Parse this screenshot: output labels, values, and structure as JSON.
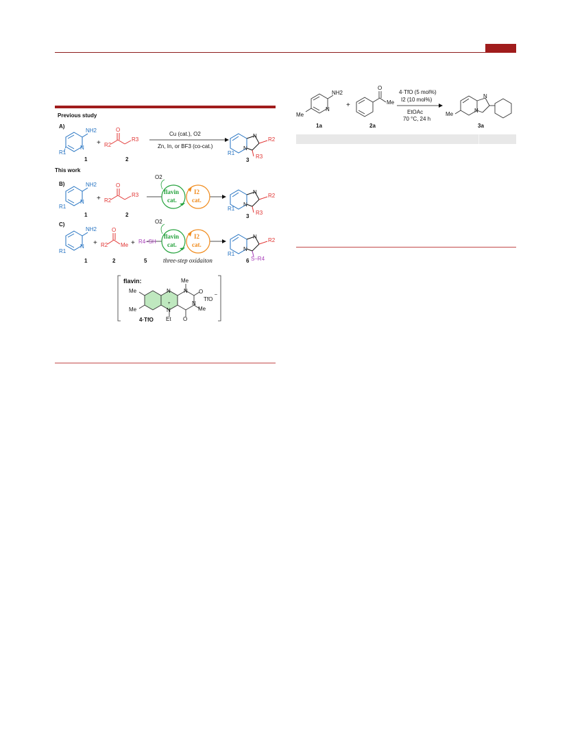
{
  "scheme": {
    "previous_study": "Previous study",
    "this_work": "This work",
    "panel_a": {
      "label": "A)",
      "conditions_top": "Cu (cat.), O2",
      "conditions_bottom": "Zn, In, or BF3 (co-cat.)",
      "nh2": "NH2",
      "r1": "R1",
      "r2": "R2",
      "r3": "R3",
      "plus": "+",
      "o": "O",
      "n": "N",
      "compound_1": "1",
      "compound_2": "2",
      "compound_3": "3"
    },
    "panel_b": {
      "label": "B)",
      "o2": "O2",
      "flavin": "flavin",
      "cat": "cat.",
      "i2": "I2",
      "compound_1": "1",
      "compound_2": "2",
      "compound_3": "3"
    },
    "panel_c": {
      "label": "C)",
      "o2": "O2",
      "me": "Me",
      "r4sh": "R4–SH",
      "s_r4": "S–R4",
      "three_step": "three-step oxidaiton",
      "compound_1": "1",
      "compound_2": "2",
      "compound_5": "5",
      "compound_6": "6"
    },
    "flavin_box": {
      "title": "flavin:",
      "me": "Me",
      "tfo": "TfO",
      "minus": "–",
      "et": "Et",
      "plus": "+",
      "o": "O",
      "n": "N",
      "label": "4·TfO"
    }
  },
  "reaction": {
    "catalyst": "4·TfO (5 mol%)",
    "iodine": "I2 (10 mol%)",
    "solvent": "EtOAc",
    "conditions": "70 °C, 24 h",
    "nh2": "NH2",
    "o": "O",
    "me": "Me",
    "n": "N",
    "plus": "+",
    "compound_1a": "1a",
    "compound_2a": "2a",
    "compound_3a": "3a"
  },
  "colors": {
    "accent": "#a01c1c",
    "blue": "#1f6fc0",
    "red": "#e0312f",
    "green": "#22a13a",
    "orange": "#f08a1a",
    "purple": "#a63bb8"
  }
}
